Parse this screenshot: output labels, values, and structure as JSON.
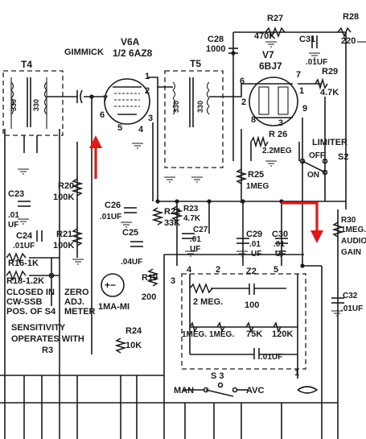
{
  "labels": {
    "gimmick": "GIMMICK",
    "v6a": "V6A",
    "v6a_type": "1/2 6AZ8",
    "t4": "T4",
    "t5": "T5",
    "v7": "V7",
    "v7_type": "6BJ7",
    "r27": "R27",
    "r27_val": "470K",
    "r28": "R28",
    "r28_val": "220",
    "c28": "C28",
    "c28_val": "1000",
    "c31": "C31",
    "c31_val": ".01UF",
    "r29": "R29",
    "r29_val": "4.7K",
    "r26": "R 26",
    "r26_val": "2.2MEG",
    "limiter": "LIMITER",
    "off": "OFF",
    "on": "ON",
    "s2": "S2",
    "r25": "R25",
    "r25_val": "1MEG",
    "c23": "C23",
    "c23_val_a": ".01",
    "c23_val_b": "UF",
    "c24": "C24",
    "c24_val": ".01UF",
    "r20": "R20",
    "r20_val": "100K",
    "r21": "R21",
    "r21_val": "100K",
    "r16": "R16-1K",
    "r18": "R18-1.2K",
    "c26": "C26",
    "c26_val": ".01UF",
    "r22": "R22",
    "r22_val": "33K",
    "r23": "R23",
    "r23_val": "4.7K",
    "c27": "C27",
    "c27_val_a": ".01",
    "c27_val_b": "UF",
    "c25": "C25",
    "c25_val": ".04UF",
    "c29": "C29",
    "c29_val_a": ".01",
    "c29_val_b": "UF",
    "c30": "C30",
    "c30_val_a": ".01",
    "c30_val_b": "UF",
    "r30": "R30",
    "r30_val": "1MEG.",
    "r30_desc_a": "AUDIO",
    "r30_desc_b": "GAIN",
    "r19": "R19",
    "r19_val": "200",
    "meter": "1MA-MI",
    "zero_adj_a": "ZERO",
    "zero_adj_b": "ADJ.",
    "zero_adj_c": "METER",
    "closed_a": "CLOSED IN",
    "closed_b": "CW-SSB",
    "closed_c": "POS. OF S4",
    "sens_a": "SENSITIVITY",
    "sens_b": "OPERATES WITH",
    "sens_c": "R3",
    "r24": "R24",
    "r24_val": "10K",
    "z2": "Z2",
    "z2_pin3": "3",
    "z2_pin4": "4",
    "z2_pin2": "2",
    "z2_pin5": "5",
    "z2_pin1": "1",
    "z2_2meg": "2 MEG.",
    "z2_100": "100",
    "z2_1meg_a": "1MEG.",
    "z2_1meg_b": "1MEG.",
    "z2_75k": "75K",
    "z2_120k": "120K",
    "z2_cap": ".01UF",
    "c32": "C32",
    "c32_val": ".01UF",
    "s3": "S 3",
    "man": "MAN",
    "avc": "AVC",
    "pin6_v6": "6",
    "pin7_v6": "7",
    "pin1_v6": "1",
    "pin2_v6": "2",
    "pin3_v6": "3",
    "pin4_v6": "4",
    "pin5_v6": "5",
    "pin6_v7": "6",
    "pin7_v7": "7",
    "pin1_v7": "1",
    "pin2_v7": "2",
    "pin8_v7": "8",
    "pin9_v7": "9",
    "pin3_v7": "3"
  },
  "colors": {
    "ink": "#1a1a1a",
    "annotation_arrow": "#e01818"
  }
}
